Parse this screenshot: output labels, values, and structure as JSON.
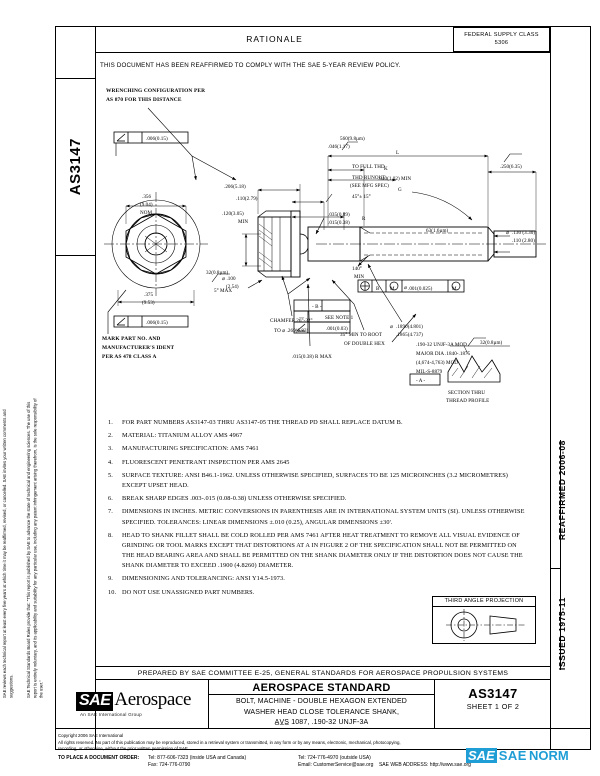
{
  "document": {
    "standard_number": "AS3147",
    "sheet": "SHEET 1 OF 2",
    "federal_supply_class_label": "FEDERAL SUPPLY CLASS",
    "federal_supply_class_value": "5306",
    "rationale_header": "RATIONALE",
    "reaffirm_note": "THIS DOCUMENT HAS BEEN REAFFIRMED TO COMPLY WITH THE SAE 5-YEAR REVIEW POLICY.",
    "issued": "ISSUED 1975-11",
    "reaffirmed": "REAFFIRMED 2006-08",
    "left_margin_disclaimer_1": "SAE Technical Standards Board Rules provide that: \"This report is published by SAE to advance the state of technical and engineering sciences. The use of this report is entirely voluntary, and its applicability and suitability for any particular use, including any patent infringement arising therefrom, is the sole responsibility of the user.\"",
    "left_margin_disclaimer_2": "SAE reviews each technical report at least every five years at which time it may be reaffirmed, revised, or cancelled. SAE invites your written comments and suggestions."
  },
  "title_block": {
    "prepared_by": "PREPARED BY SAE COMMITTEE E-25, GENERAL STANDARDS FOR AEROSPACE PROPULSION SYSTEMS",
    "doc_type": "AEROSPACE STANDARD",
    "title_line_1": "BOLT, MACHINE - DOUBLE HEXAGON EXTENDED",
    "title_line_2": "WASHER HEAD  CLOSE TOLERANCE SHANK,",
    "title_line_3": "A̲V̲S̲ 1087, .190-32 UNJF-3A",
    "logo_mark": "SAE",
    "logo_word": "Aerospace",
    "logo_tagline": "An SAE International Group"
  },
  "notes": [
    {
      "num": "1.",
      "text": "FOR PART NUMBERS AS3147-03 THRU AS3147-05 THE THREAD PD SHALL REPLACE DATUM B."
    },
    {
      "num": "2.",
      "text": "MATERIAL:  TITANIUM ALLOY AMS 4967"
    },
    {
      "num": "3.",
      "text": "MANUFACTURING SPECIFICATION:  AMS 7461"
    },
    {
      "num": "4.",
      "text": "FLUORESCENT PENETRANT INSPECTION PER AMS 2645"
    },
    {
      "num": "5.",
      "text": "SURFACE TEXTURE:  ANSI B46.1-1962.  UNLESS OTHERWISE SPECIFIED, SURFACES TO BE 125 MICROINCHES (3.2 MICROMETRES) EXCEPT UPSET HEAD."
    },
    {
      "num": "6.",
      "text": "BREAK SHARP EDGES .003-.015 (0.08-0.38) UNLESS OTHERWISE SPECIFIED."
    },
    {
      "num": "7.",
      "text": "DIMENSIONS IN INCHES.  METRIC CONVERSIONS IN PARENTHESIS ARE IN INTERNATIONAL SYSTEM UNITS (SI). UNLESS OTHERWISE SPECIFIED. TOLERANCES:  LINEAR DIMENSIONS ±.010 (0.25), ANGULAR DIMENSIONS ±30'."
    },
    {
      "num": "8.",
      "text": "HEAD TO SHANK FILLET SHALL BE COLD ROLLED PER AMS 7461 AFTER HEAT TREATMENT TO REMOVE ALL VISUAL EVIDENCE OF GRINDING OR TOOL MARKS EXCEPT THAT DISTORTIONS AT A IN FIGURE 2 OF THE SPECIFICATION SHALL NOT BE PERMITTED ON THE HEAD BEARING AREA AND SHALL BE PERMITTED ON THE SHANK DIAMETER ONLY IF THE DISTORTION DOES NOT CAUSE THE SHANK DIAMETER TO EXCEED .1900 (4.8260) DIAMETER."
    },
    {
      "num": "9.",
      "text": "DIMENSIONING AND TOLERANCING:  ANSI Y14.5-1973."
    },
    {
      "num": "10.",
      "text": "DO NOT USE UNASSIGNED PART NUMBERS."
    }
  ],
  "drawing": {
    "labels": {
      "wrenching_1": "WRENCHING CONFIGURATION PER",
      "wrenching_2": "AS 870 FOR THIS DISTANCE",
      "mark_1": "MARK PART NO. AND",
      "mark_2": "MANUFACTURER'S IDENT",
      "mark_3": "PER AS 478 CLASS A",
      "chamfer_1": "CHAMFER 26°-32°",
      "chamfer_2": "TO ⌀ .269(6.83)",
      "min_root_1": "35° MIN TO ROOT",
      "min_root_2": "OF DOUBLE HEX",
      "r_max": ".015(0.38) R MAX",
      "to_full_thd": "TO FULL THD",
      "thd_runout_1": "THD RUNOUT",
      "thd_runout_2": "(SEE MFG SPEC)",
      "angle_45": "45°± 15°",
      "max_5": "5° MAX",
      "min_140": "140°",
      "min_word": "MIN",
      "see_note_1": "SEE NOTE 1",
      "section_1": "SECTION THRU",
      "section_2": "THREAD PROFILE",
      "third_angle": "THIRD ANGLE PROJECTION"
    },
    "dimensions": {
      "d_006_015_top": ".006(0.15)",
      "d_356_nom_1": ".356",
      "d_356_nom_2": "(9.04)",
      "d_356_nom_3": "NOM",
      "d_375_1": ".375",
      "d_375_2": "(9.53)",
      "d_006_015_bot": ".006(0.15)",
      "d_046_top": ".046(1.17)",
      "d_549_min": "560(9.8µm)",
      "d_206": ".206(5.18)",
      "d_110": ".110(2.79)",
      "d_1203_min_1": ".120(3.05)",
      "d_1203_min_2": "MIN",
      "d_dia_100_1": "⌀ .100",
      "d_dia_100_2": "(2.54)",
      "d_040_min": ".040(1.02) MIN",
      "d_035_1": ".035(0.89)",
      "d_035_2": ".015(0.38)",
      "d_035_r": "R",
      "d_32_ra": "32(0.8µm)",
      "d_63_ra": "63(1.6µm)",
      "d_250": ".250(6.35)",
      "d_130_1": ".130 (3.30)",
      "d_130_2": ".110 (2.80)",
      "d_1890_1": ".1890(4.801)",
      "d_1890_2": ".1865(4.737)",
      "fcf_pos": ".001(0.025)",
      "fcf_perp": ".001(0.03)",
      "datum_A": "- A -",
      "datum_B": "- B -",
      "thread_1": ".190-32 UNJF-3A MOD",
      "thread_2": "MAJOR DIA  .1840-.1875",
      "thread_3": "(4,674-4,763) MOD",
      "thread_4": "MIL-S-8879",
      "sect_ra": "32(0.8µm)",
      "letter_K": "K",
      "letter_G": "G",
      "letter_L": "L"
    }
  },
  "footer": {
    "copyright": "Copyright 2006 SAE International",
    "rights_1": "All rights reserved. No part of this publication may be reproduced, stored in a retrieval system or transmitted, in any form or by any means, electronic, mechanical, photocopying,",
    "rights_2": "recording, or otherwise, without the prior written permission of SAE.",
    "order_label": "TO PLACE A DOCUMENT ORDER:",
    "tel_inside": "Tel: 877-606-7323 (inside USA and Canada)",
    "tel_outside": "Tel: 724-776-4970 (outside USA)",
    "fax": "Fax: 724-776-0790",
    "email": "Email: CustomerService@sae.org",
    "web": "SAE WEB ADDRESS: http://www.sae.org"
  },
  "watermark": {
    "mark": "SAE",
    "word_1": "SAE",
    "word_2": "NORM"
  },
  "colors": {
    "ink": "#000000",
    "watermark": "#1f9ed6",
    "paper": "#ffffff"
  }
}
